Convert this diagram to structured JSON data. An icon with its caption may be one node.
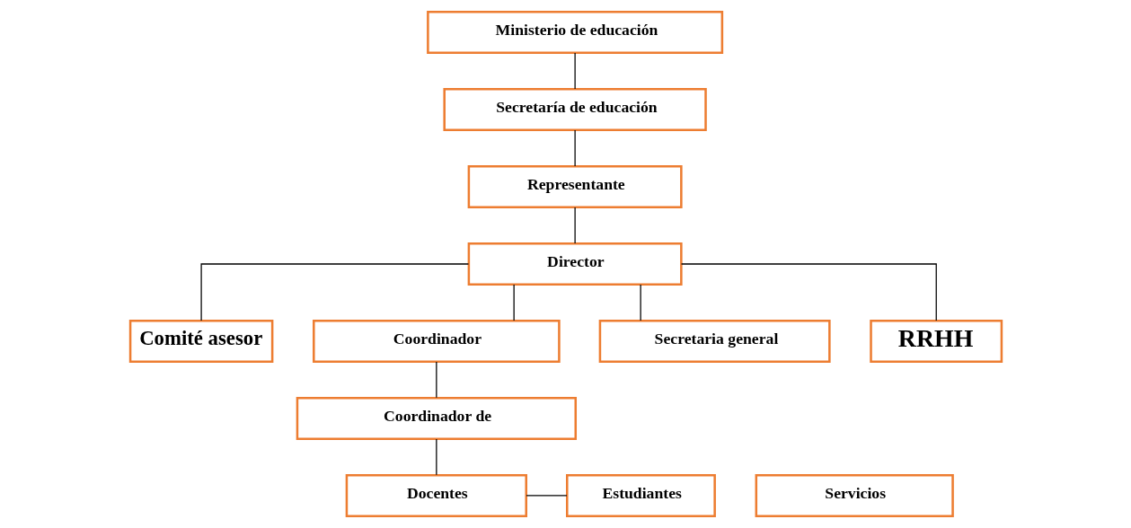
{
  "diagram": {
    "nodes": [
      {
        "text": [
          "Ministerio de educación"
        ]
      },
      {
        "text": [
          "Secretaría de educación"
        ]
      },
      {
        "text": [
          "Representante"
        ]
      },
      {
        "text": [
          "Director"
        ]
      },
      {
        "text": [
          "Comité asesor"
        ]
      },
      {
        "text": [
          "Coordinador"
        ]
      },
      {
        "text": [
          "Secretaria general"
        ]
      },
      {
        "text": [
          "RRHH"
        ]
      },
      {
        "text": [
          "Coordinador de"
        ]
      },
      {
        "text": [
          "Docentes"
        ]
      },
      {
        "text": [
          "Estudiantes"
        ]
      },
      {
        "text": [
          "Servicios"
        ]
      }
    ],
    "edges": [
      {
        "from": 0,
        "to": 1,
        "arrow": "none"
      },
      {
        "from": 1,
        "to": 2,
        "arrow": "none"
      },
      {
        "from": 2,
        "to": 3,
        "arrow": "none"
      },
      {
        "from": 3,
        "to": 4,
        "arrow": "none"
      },
      {
        "from": 3,
        "to": 5,
        "arrow": "none"
      },
      {
        "from": 3,
        "to": 6,
        "arrow": "none"
      },
      {
        "from": 3,
        "to": 7,
        "arrow": "none"
      },
      {
        "from": 5,
        "to": 8,
        "arrow": "none"
      },
      {
        "from": 8,
        "to": 9,
        "arrow": "none"
      },
      {
        "from": 9,
        "to": 10,
        "arrow": "none"
      }
    ]
  }
}
